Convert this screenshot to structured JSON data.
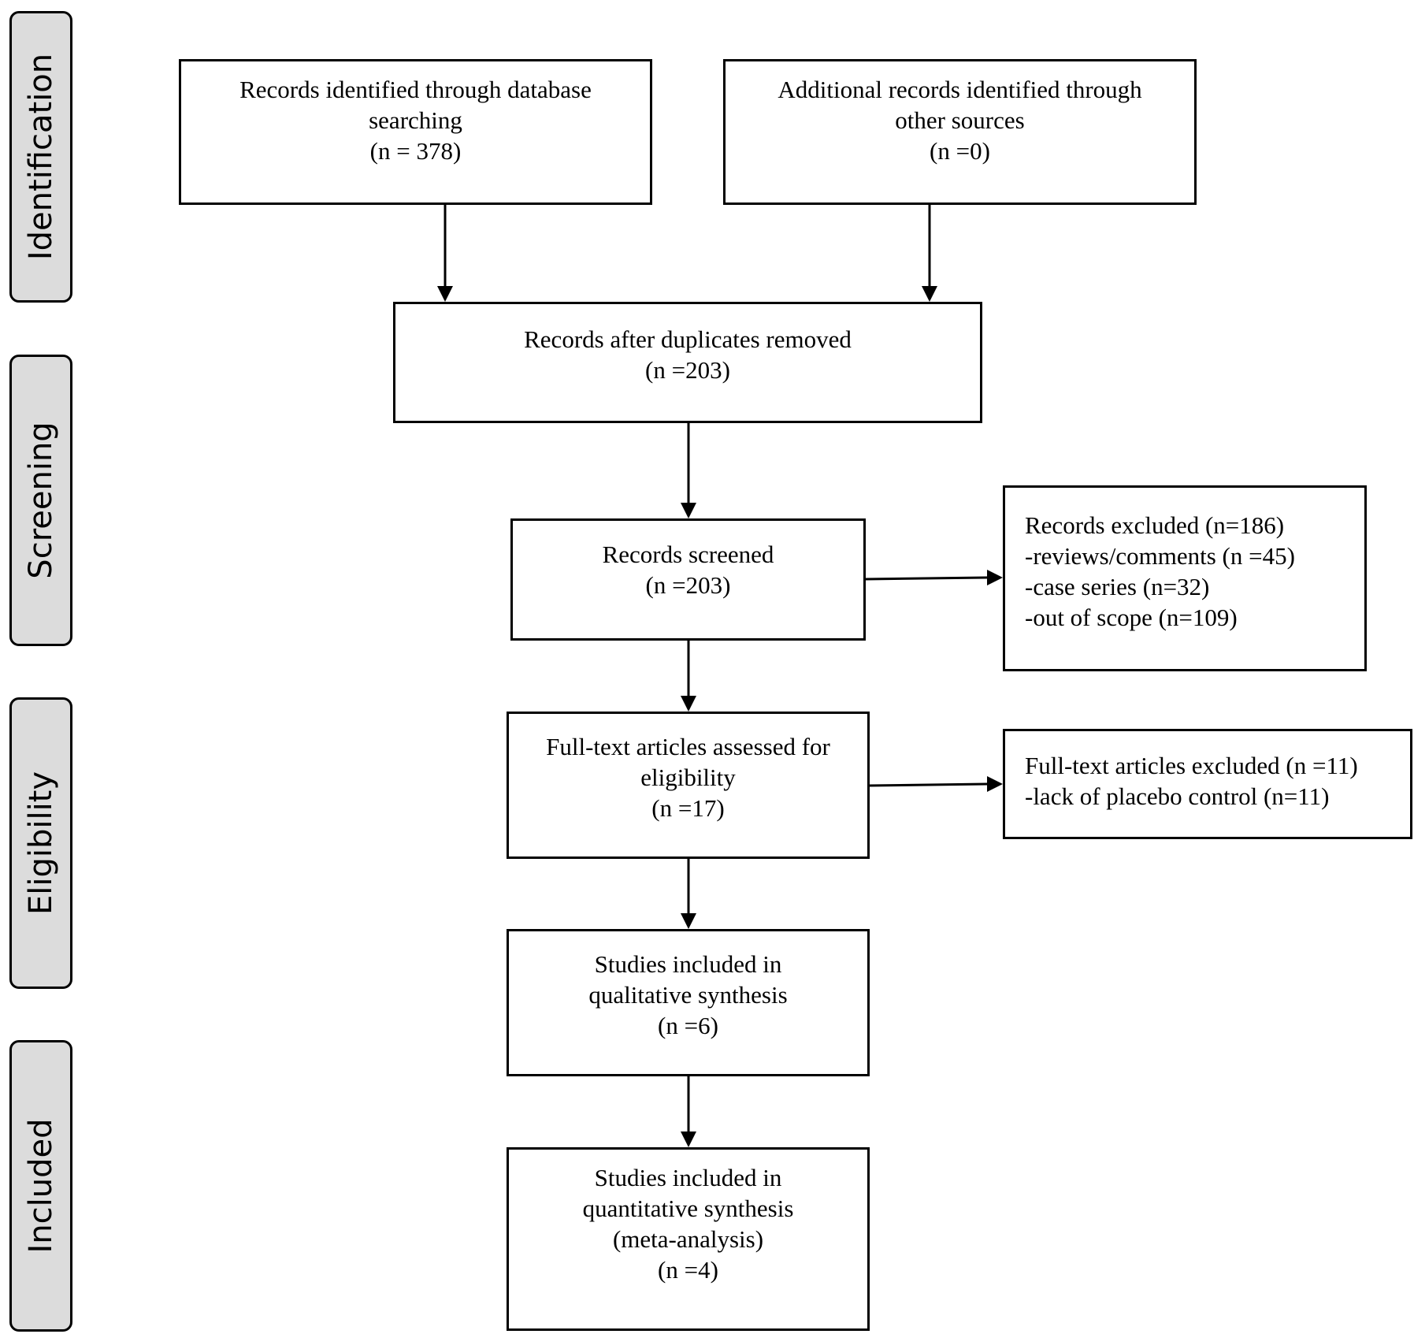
{
  "phases": {
    "identification": "Identification",
    "screening": "Screening",
    "eligibility": "Eligibility",
    "included": "Included"
  },
  "boxes": {
    "database_search": [
      "Records identified through database",
      "searching",
      "(n = 378)"
    ],
    "other_sources": [
      "Additional records identified through",
      "other sources",
      "(n =0)"
    ],
    "duplicates_removed": [
      "Records after duplicates removed",
      "(n =203)"
    ],
    "screened": [
      "Records screened",
      "(n =203)"
    ],
    "records_excluded": [
      "Records excluded (n=186)",
      "-reviews/comments (n =45)",
      "-case series (n=32)",
      "-out of scope (n=109)"
    ],
    "fulltext_assessed": [
      "Full-text articles assessed for",
      "eligibility",
      "(n =17)"
    ],
    "fulltext_excluded": [
      "Full-text articles excluded (n =11)",
      "-lack of placebo control (n=11)"
    ],
    "qualitative": [
      "Studies included in",
      "qualitative synthesis",
      "(n =6)"
    ],
    "quantitative": [
      "Studies included in",
      "quantitative synthesis",
      "(meta-analysis)",
      "(n =4)"
    ]
  }
}
